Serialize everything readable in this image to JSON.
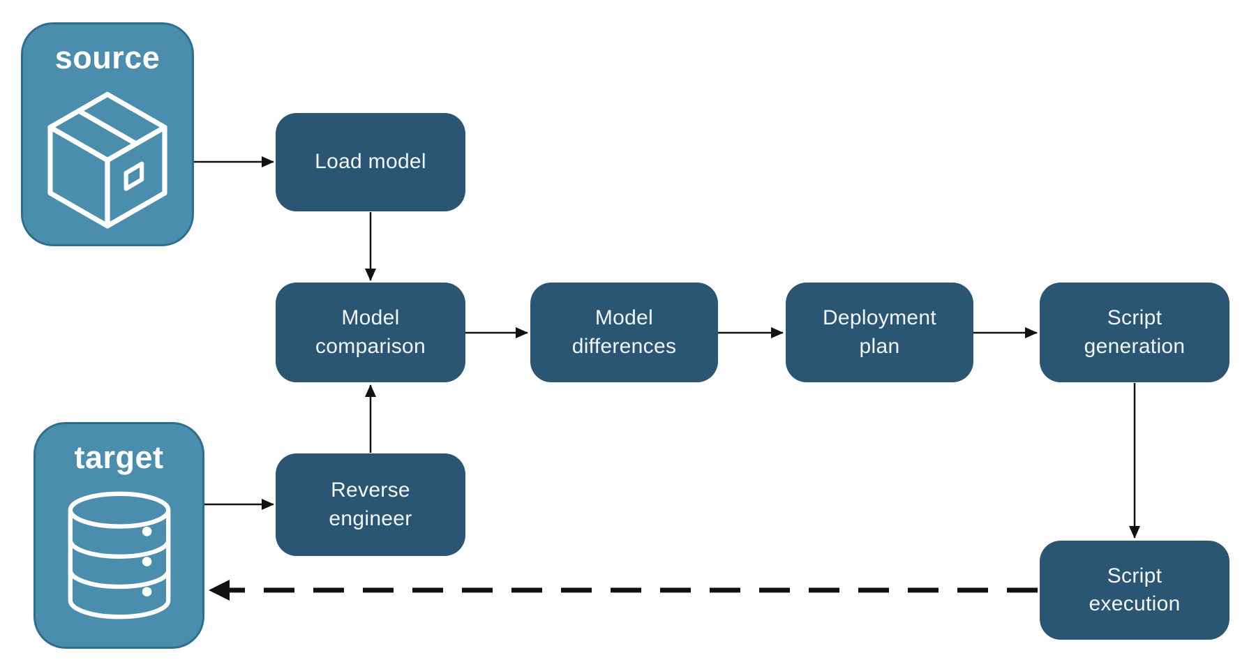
{
  "diagram": {
    "background": "#ffffff",
    "source": {
      "label": "source",
      "icon": "package-icon"
    },
    "target": {
      "label": "target",
      "icon": "database-icon"
    },
    "nodes": {
      "load_model": {
        "label": "Load model"
      },
      "model_comparison": {
        "label": "Model\ncomparison"
      },
      "reverse_engineer": {
        "label": "Reverse\nengineer"
      },
      "model_differences": {
        "label": "Model\ndifferences"
      },
      "deployment_plan": {
        "label": "Deployment\nplan"
      },
      "script_generation": {
        "label": "Script\ngeneration"
      },
      "script_execution": {
        "label": "Script\nexecution"
      }
    },
    "flows": [
      {
        "from": "source",
        "to": "load_model",
        "style": "solid"
      },
      {
        "from": "load_model",
        "to": "model_comparison",
        "style": "solid"
      },
      {
        "from": "target",
        "to": "reverse_engineer",
        "style": "solid"
      },
      {
        "from": "reverse_engineer",
        "to": "model_comparison",
        "style": "solid"
      },
      {
        "from": "model_comparison",
        "to": "model_differences",
        "style": "solid"
      },
      {
        "from": "model_differences",
        "to": "deployment_plan",
        "style": "solid"
      },
      {
        "from": "deployment_plan",
        "to": "script_generation",
        "style": "solid"
      },
      {
        "from": "script_generation",
        "to": "script_execution",
        "style": "solid"
      },
      {
        "from": "script_execution",
        "to": "target",
        "style": "dashed"
      }
    ],
    "colors": {
      "node_fill": "#2a5674",
      "node_text": "#f2f6f9",
      "endpoint_fill": "#4b8dad",
      "endpoint_border": "#2e6f90",
      "endpoint_text": "#ffffff",
      "arrow": "#111111",
      "background": "#ffffff"
    }
  }
}
